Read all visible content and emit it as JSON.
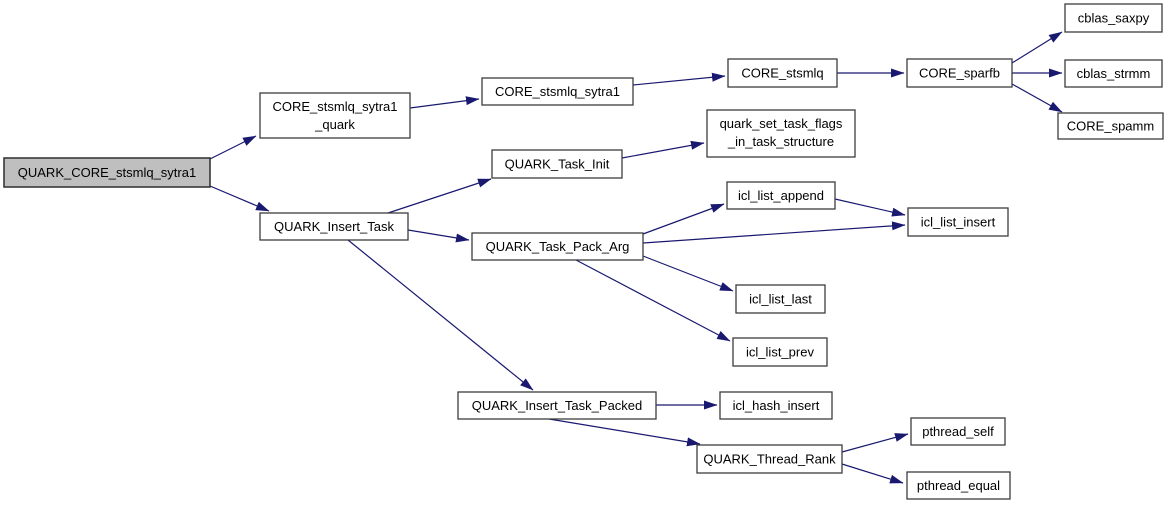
{
  "diagram": {
    "type": "call_graph",
    "colors": {
      "background": "#ffffff",
      "edge": "#191970",
      "node_fill": "#ffffff",
      "node_border": "#3d3d3d",
      "root_node_fill": "#bfbfbf",
      "text": "#000000"
    },
    "root": "QUARK_CORE_stsmlq_sytra1",
    "nodes": {
      "quark_core_stsmlq_sytra1": {
        "label": "QUARK_CORE_stsmlq_sytra1"
      },
      "core_stsmlq_sytra1_quark": {
        "lines": [
          "CORE_stsmlq_sytra1",
          "_quark"
        ]
      },
      "core_stsmlq_sytra1": {
        "label": "CORE_stsmlq_sytra1"
      },
      "core_stsmlq": {
        "label": "CORE_stsmlq"
      },
      "core_sparfb": {
        "label": "CORE_sparfb"
      },
      "cblas_saxpy": {
        "label": "cblas_saxpy"
      },
      "cblas_strmm": {
        "label": "cblas_strmm"
      },
      "core_spamm": {
        "label": "CORE_spamm"
      },
      "quark_insert_task": {
        "label": "QUARK_Insert_Task"
      },
      "quark_task_init": {
        "label": "QUARK_Task_Init"
      },
      "quark_set_task_flags_in_task_structure": {
        "lines": [
          "quark_set_task_flags",
          "_in_task_structure"
        ]
      },
      "quark_task_pack_arg": {
        "label": "QUARK_Task_Pack_Arg"
      },
      "icl_list_append": {
        "label": "icl_list_append"
      },
      "icl_list_insert": {
        "label": "icl_list_insert"
      },
      "icl_list_last": {
        "label": "icl_list_last"
      },
      "icl_list_prev": {
        "label": "icl_list_prev"
      },
      "quark_insert_task_packed": {
        "label": "QUARK_Insert_Task_Packed"
      },
      "icl_hash_insert": {
        "label": "icl_hash_insert"
      },
      "quark_thread_rank": {
        "label": "QUARK_Thread_Rank"
      },
      "pthread_self": {
        "label": "pthread_self"
      },
      "pthread_equal": {
        "label": "pthread_equal"
      }
    },
    "edges": [
      {
        "from": "QUARK_CORE_stsmlq_sytra1",
        "to": "CORE_stsmlq_sytra1_quark"
      },
      {
        "from": "QUARK_CORE_stsmlq_sytra1",
        "to": "QUARK_Insert_Task"
      },
      {
        "from": "CORE_stsmlq_sytra1_quark",
        "to": "CORE_stsmlq_sytra1"
      },
      {
        "from": "CORE_stsmlq_sytra1",
        "to": "CORE_stsmlq"
      },
      {
        "from": "CORE_stsmlq",
        "to": "CORE_sparfb"
      },
      {
        "from": "CORE_sparfb",
        "to": "cblas_saxpy"
      },
      {
        "from": "CORE_sparfb",
        "to": "cblas_strmm"
      },
      {
        "from": "CORE_sparfb",
        "to": "CORE_spamm"
      },
      {
        "from": "QUARK_Insert_Task",
        "to": "QUARK_Task_Init"
      },
      {
        "from": "QUARK_Task_Init",
        "to": "quark_set_task_flags_in_task_structure"
      },
      {
        "from": "QUARK_Insert_Task",
        "to": "QUARK_Task_Pack_Arg"
      },
      {
        "from": "QUARK_Insert_Task",
        "to": "QUARK_Insert_Task_Packed"
      },
      {
        "from": "QUARK_Task_Pack_Arg",
        "to": "icl_list_append"
      },
      {
        "from": "icl_list_append",
        "to": "icl_list_insert"
      },
      {
        "from": "QUARK_Task_Pack_Arg",
        "to": "icl_list_insert"
      },
      {
        "from": "QUARK_Task_Pack_Arg",
        "to": "icl_list_last"
      },
      {
        "from": "QUARK_Task_Pack_Arg",
        "to": "icl_list_prev"
      },
      {
        "from": "QUARK_Insert_Task_Packed",
        "to": "icl_hash_insert"
      },
      {
        "from": "QUARK_Insert_Task_Packed",
        "to": "QUARK_Thread_Rank"
      },
      {
        "from": "QUARK_Thread_Rank",
        "to": "pthread_self"
      },
      {
        "from": "QUARK_Thread_Rank",
        "to": "pthread_equal"
      }
    ]
  }
}
